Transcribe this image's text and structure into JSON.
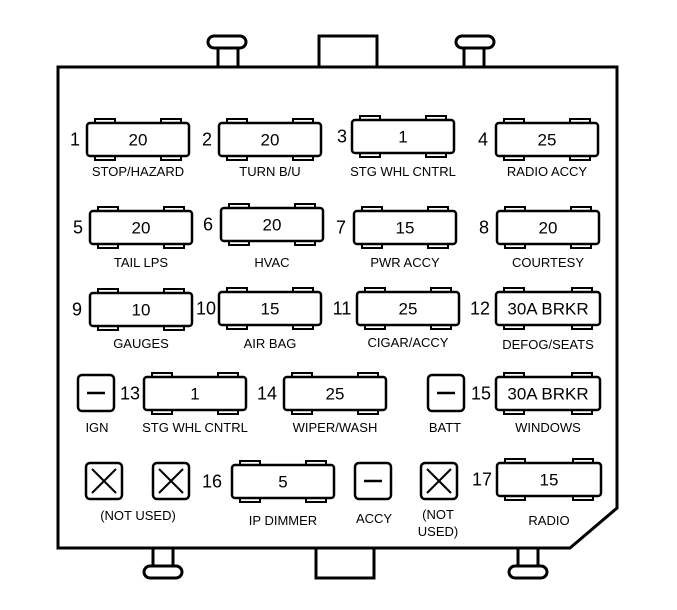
{
  "fuses": [
    {
      "num": "1",
      "value": "20",
      "label": "STOP/HAZARD"
    },
    {
      "num": "2",
      "value": "20",
      "label": "TURN B/U"
    },
    {
      "num": "3",
      "value": "1",
      "label": "STG WHL CNTRL"
    },
    {
      "num": "4",
      "value": "25",
      "label": "RADIO ACCY"
    },
    {
      "num": "5",
      "value": "20",
      "label": "TAIL LPS"
    },
    {
      "num": "6",
      "value": "20",
      "label": "HVAC"
    },
    {
      "num": "7",
      "value": "15",
      "label": "PWR ACCY"
    },
    {
      "num": "8",
      "value": "20",
      "label": "COURTESY"
    },
    {
      "num": "9",
      "value": "10",
      "label": "GAUGES"
    },
    {
      "num": "10",
      "value": "15",
      "label": "AIR BAG"
    },
    {
      "num": "11",
      "value": "25",
      "label": "CIGAR/ACCY"
    },
    {
      "num": "12",
      "value": "30A BRKR",
      "label": "DEFOG/SEATS"
    },
    {
      "num": "13",
      "value": "1",
      "label": "STG WHL CNTRL"
    },
    {
      "num": "14",
      "value": "25",
      "label": "WIPER/WASH"
    },
    {
      "num": "15",
      "value": "30A BRKR",
      "label": "WINDOWS"
    },
    {
      "num": "16",
      "value": "5",
      "label": "IP DIMMER"
    },
    {
      "num": "17",
      "value": "15",
      "label": "RADIO"
    }
  ],
  "relays": [
    {
      "label": "IGN",
      "used": true
    },
    {
      "label": "BATT",
      "used": true
    },
    {
      "label": "ACCY",
      "used": true
    }
  ],
  "unused_slots": [
    {
      "label": "(NOT USED)"
    },
    {
      "label": "(NOT\nUSED)"
    }
  ]
}
